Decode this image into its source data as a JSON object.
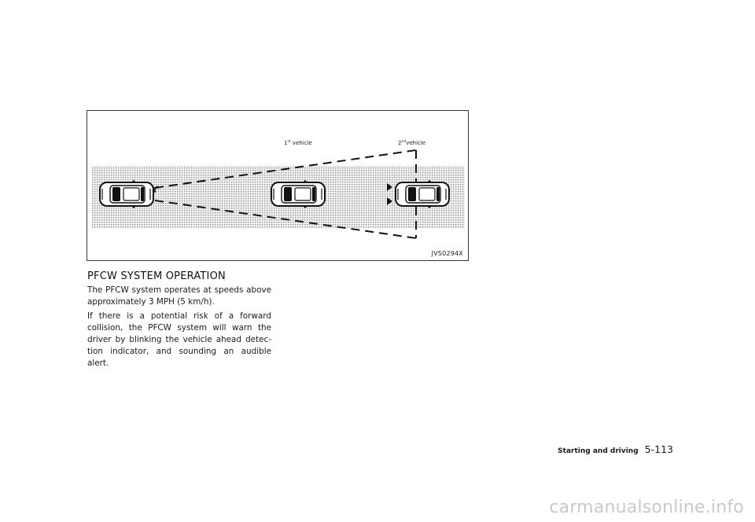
{
  "figure": {
    "label_vehicle_1_num": "1",
    "label_vehicle_1_sup": "st",
    "label_vehicle_1_word": " vehicle",
    "label_vehicle_2_num": "2",
    "label_vehicle_2_sup": "nd",
    "label_vehicle_2_word": "vehicle",
    "figure_id": "JVS0294X"
  },
  "section": {
    "title": "PFCW SYSTEM OPERATION",
    "paragraphs": [
      "The PFCW system operates at speeds above approximately 3 MPH (5 km/h).",
      "If there is a potential risk of a forward collision, the PFCW system will warn the driver by blinking the vehicle ahead detec-tion indicator, and sounding an audible alert."
    ]
  },
  "footer": {
    "section_name": "Starting and driving",
    "page_number": "5-113"
  },
  "watermark": "carmanualsonline.info"
}
